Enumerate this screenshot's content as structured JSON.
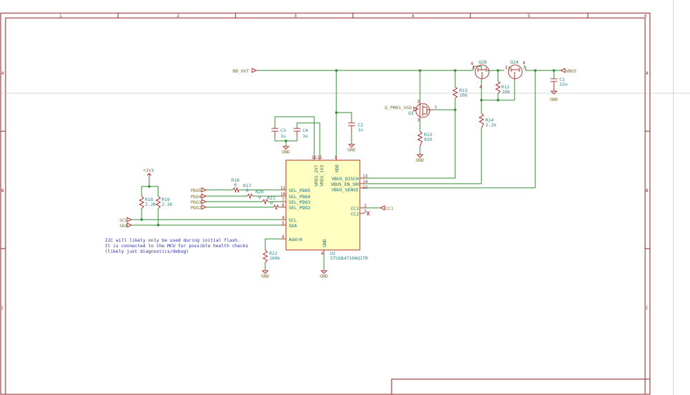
{
  "border": {
    "columns": [
      "1",
      "2",
      "3",
      "4",
      "5",
      "6"
    ],
    "rows": [
      "A",
      "B",
      "C"
    ]
  },
  "nets": {
    "bb_out": "BB_OUT",
    "vbus": "VBUS",
    "q_pmos_gsd": "Q_PMOS_GSD",
    "pdo5": "PDO5",
    "pdo4": "PDO4",
    "pdo3": "PDO3",
    "pdo2": "PDO2",
    "scl": "SCL",
    "sda": "SDA",
    "cc1": "CC1",
    "v3v3": "+3V3"
  },
  "power": {
    "gnd": "GND"
  },
  "components": {
    "u2": {
      "ref": "U2",
      "value": "STUSB4710AQ1TR",
      "pins_left": [
        {
          "num": "11",
          "name": "SEL_PDO5"
        },
        {
          "num": "10",
          "name": "SEL_PDO4"
        },
        {
          "num": "7",
          "name": "SEL_PDO3"
        },
        {
          "num": "8",
          "name": "SEL_PDO2"
        },
        {
          "num": "4",
          "name": "SCL"
        },
        {
          "num": "5",
          "name": "SDA"
        },
        {
          "num": "9",
          "name": "Addr0"
        }
      ],
      "pins_right": [
        {
          "num": "13",
          "name": "VBUS_DISCH"
        },
        {
          "num": "14",
          "name": "VBUS_EN_SRC"
        },
        {
          "num": "12",
          "name": "VBUS_SENSE"
        },
        {
          "num": "2",
          "name": "CC1"
        },
        {
          "num": "3",
          "name": "CC2"
        }
      ],
      "pins_top": [
        {
          "num": "16",
          "name": "VREG_2V7"
        },
        {
          "num": "15",
          "name": "VREG_1V2"
        },
        {
          "num": "1",
          "name": "VDD"
        }
      ],
      "pins_bottom": [
        {
          "num": "6",
          "name": "GND"
        }
      ]
    },
    "r12": {
      "ref": "R12",
      "value": "10k"
    },
    "r13": {
      "ref": "R13",
      "value": "10k"
    },
    "r14": {
      "ref": "R14",
      "value": "2.2k"
    },
    "r15": {
      "ref": "R15",
      "value": "820"
    },
    "r16": {
      "ref": "R16",
      "value": "0"
    },
    "r17": {
      "ref": "R17",
      "value": "0"
    },
    "r20": {
      "ref": "R20",
      "value": "0"
    },
    "r21": {
      "ref": "R21",
      "value": "0"
    },
    "r18": {
      "ref": "R18",
      "value": "2.2K"
    },
    "r19": {
      "ref": "R19",
      "value": "2.2K"
    },
    "r22": {
      "ref": "R22",
      "value": "100k"
    },
    "c1": {
      "ref": "C1",
      "value": "22u"
    },
    "c2": {
      "ref": "C2",
      "value": "1u"
    },
    "c3": {
      "ref": "C3",
      "value": "1u"
    },
    "c4": {
      "ref": "C4",
      "value": "1u"
    },
    "q2a": {
      "ref": "Q2A",
      "pins": [
        "3",
        "7",
        "8"
      ]
    },
    "q2b": {
      "ref": "Q2B",
      "pins": [
        "6",
        "5",
        "4"
      ]
    },
    "q3": {
      "ref": "Q3",
      "pins": [
        "1",
        "2",
        "3"
      ]
    }
  },
  "note": {
    "lines": [
      "I2C will likely only be used during initial flash.",
      "It is connected to the MCU for possible health checks",
      "(likely just diagnostics/debug)"
    ]
  }
}
